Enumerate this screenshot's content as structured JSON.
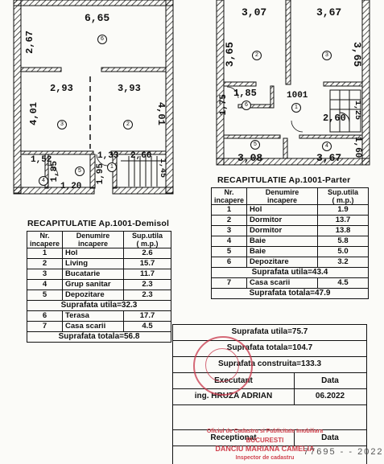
{
  "demisol_plan": {
    "dims": [
      "6,65",
      "2,67",
      "2,93",
      "3,93",
      "4,01",
      "4,01",
      "1,52",
      "1,33",
      "2,60",
      "1,85",
      "1,95",
      "1,45",
      "1,20"
    ],
    "room_numbers": [
      "6",
      "1",
      "2",
      "3",
      "4",
      "5"
    ]
  },
  "parter_plan": {
    "dims": [
      "3,07",
      "3,67",
      "3,65",
      "3,65",
      "1,85",
      "1,75",
      "1001",
      "2,60",
      "1,25",
      "3,08",
      "3,67",
      "1,60"
    ],
    "room_numbers": [
      "2",
      "3",
      "6",
      "1",
      "5",
      "4"
    ]
  },
  "demisol_table": {
    "title": "RECAPITULATIE Ap.1001-Demisol",
    "headers": {
      "nr": "Nr.\nincapere",
      "name": "Denumire\nincapere",
      "area": "Sup.utila\n( m.p.)"
    },
    "rows": [
      {
        "nr": "1",
        "name": "Hol",
        "area": "2.6"
      },
      {
        "nr": "2",
        "name": "Living",
        "area": "15.7"
      },
      {
        "nr": "3",
        "name": "Bucatarie",
        "area": "11.7"
      },
      {
        "nr": "4",
        "name": "Grup sanitar",
        "area": "2.3"
      },
      {
        "nr": "5",
        "name": "Depozitare",
        "area": "2.3"
      }
    ],
    "utila": "Suprafata  utila=32.3",
    "extra": [
      {
        "nr": "6",
        "name": "Terasa",
        "area": "17.7"
      },
      {
        "nr": "7",
        "name": "Casa scarii",
        "area": "4.5"
      }
    ],
    "totala": "Suprafata totala=56.8"
  },
  "parter_table": {
    "title": "RECAPITULATIE Ap.1001-Parter",
    "headers": {
      "nr": "Nr.\nincapere",
      "name": "Denumire\nincapere",
      "area": "Sup.utila\n( m.p.)"
    },
    "rows": [
      {
        "nr": "1",
        "name": "Hol",
        "area": "1.9"
      },
      {
        "nr": "2",
        "name": "Dormitor",
        "area": "13.7"
      },
      {
        "nr": "3",
        "name": "Dormitor",
        "area": "13.8"
      },
      {
        "nr": "4",
        "name": "Baie",
        "area": "5.8"
      },
      {
        "nr": "5",
        "name": "Baie",
        "area": "5.0"
      },
      {
        "nr": "6",
        "name": "Depozitare",
        "area": "3.2"
      }
    ],
    "utila": "Suprafata  utila=43.4",
    "extra": [
      {
        "nr": "7",
        "name": "Casa scarii",
        "area": "4.5"
      }
    ],
    "totala": "Suprafata  totala=47.9"
  },
  "summary": {
    "utila": "Suprafata  utila=75.7",
    "totala": "Suprafata  totala=104.7",
    "construita": "Suprafata  construita=133.3",
    "executant_label": "Executant",
    "data_label": "Data",
    "executant_name": "ing. HRUZA  ADRIAN",
    "executant_date": "06.2022",
    "receptionat_label": "Receptionat",
    "receptionat_data_label": "Data",
    "receptionat_name": "DANCIU MARIANA CAMELIA",
    "receptionat_office": "Oficiul de Cadastru si Publicitate Imobiliara",
    "receptionat_city": "BUCURESTI",
    "receptionat_role": "Inspector de cadastru",
    "receptionat_number": "77695 - - 2022"
  },
  "colors": {
    "line": "#111111",
    "stamp": "#c8374b",
    "paper": "#fbfbf8"
  }
}
